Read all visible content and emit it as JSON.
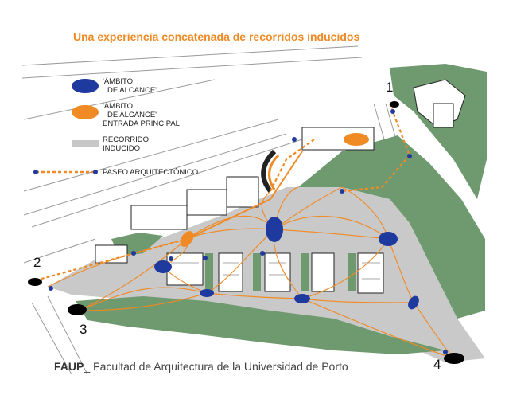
{
  "title": "Una experiencia concatenada de recorridos inducidos",
  "legend": {
    "ambito_alcance": [
      "'ÁMBITO",
      "DE ALCANCE'"
    ],
    "ambito_entrada": [
      "'ÁMBITO",
      "DE ALCANCE'",
      "ENTRADA PRINCIPAL"
    ],
    "recorrido": [
      "RECORRIDO",
      "INDUCIDO"
    ],
    "paseo": "PASEO ARQUITECTÓNICO"
  },
  "entrances": [
    "1",
    "2",
    "3",
    "4"
  ],
  "footer": {
    "brand": "FAUP",
    "name": "Facultad de Arquitectura de la Universidad de Porto"
  },
  "colors": {
    "title": "#f08a24",
    "blue_zone": "#1f3a9e",
    "orange_zone": "#f08a24",
    "green": "#6f9a70",
    "route": "#f08a24",
    "grey": "#c7c7c7"
  }
}
